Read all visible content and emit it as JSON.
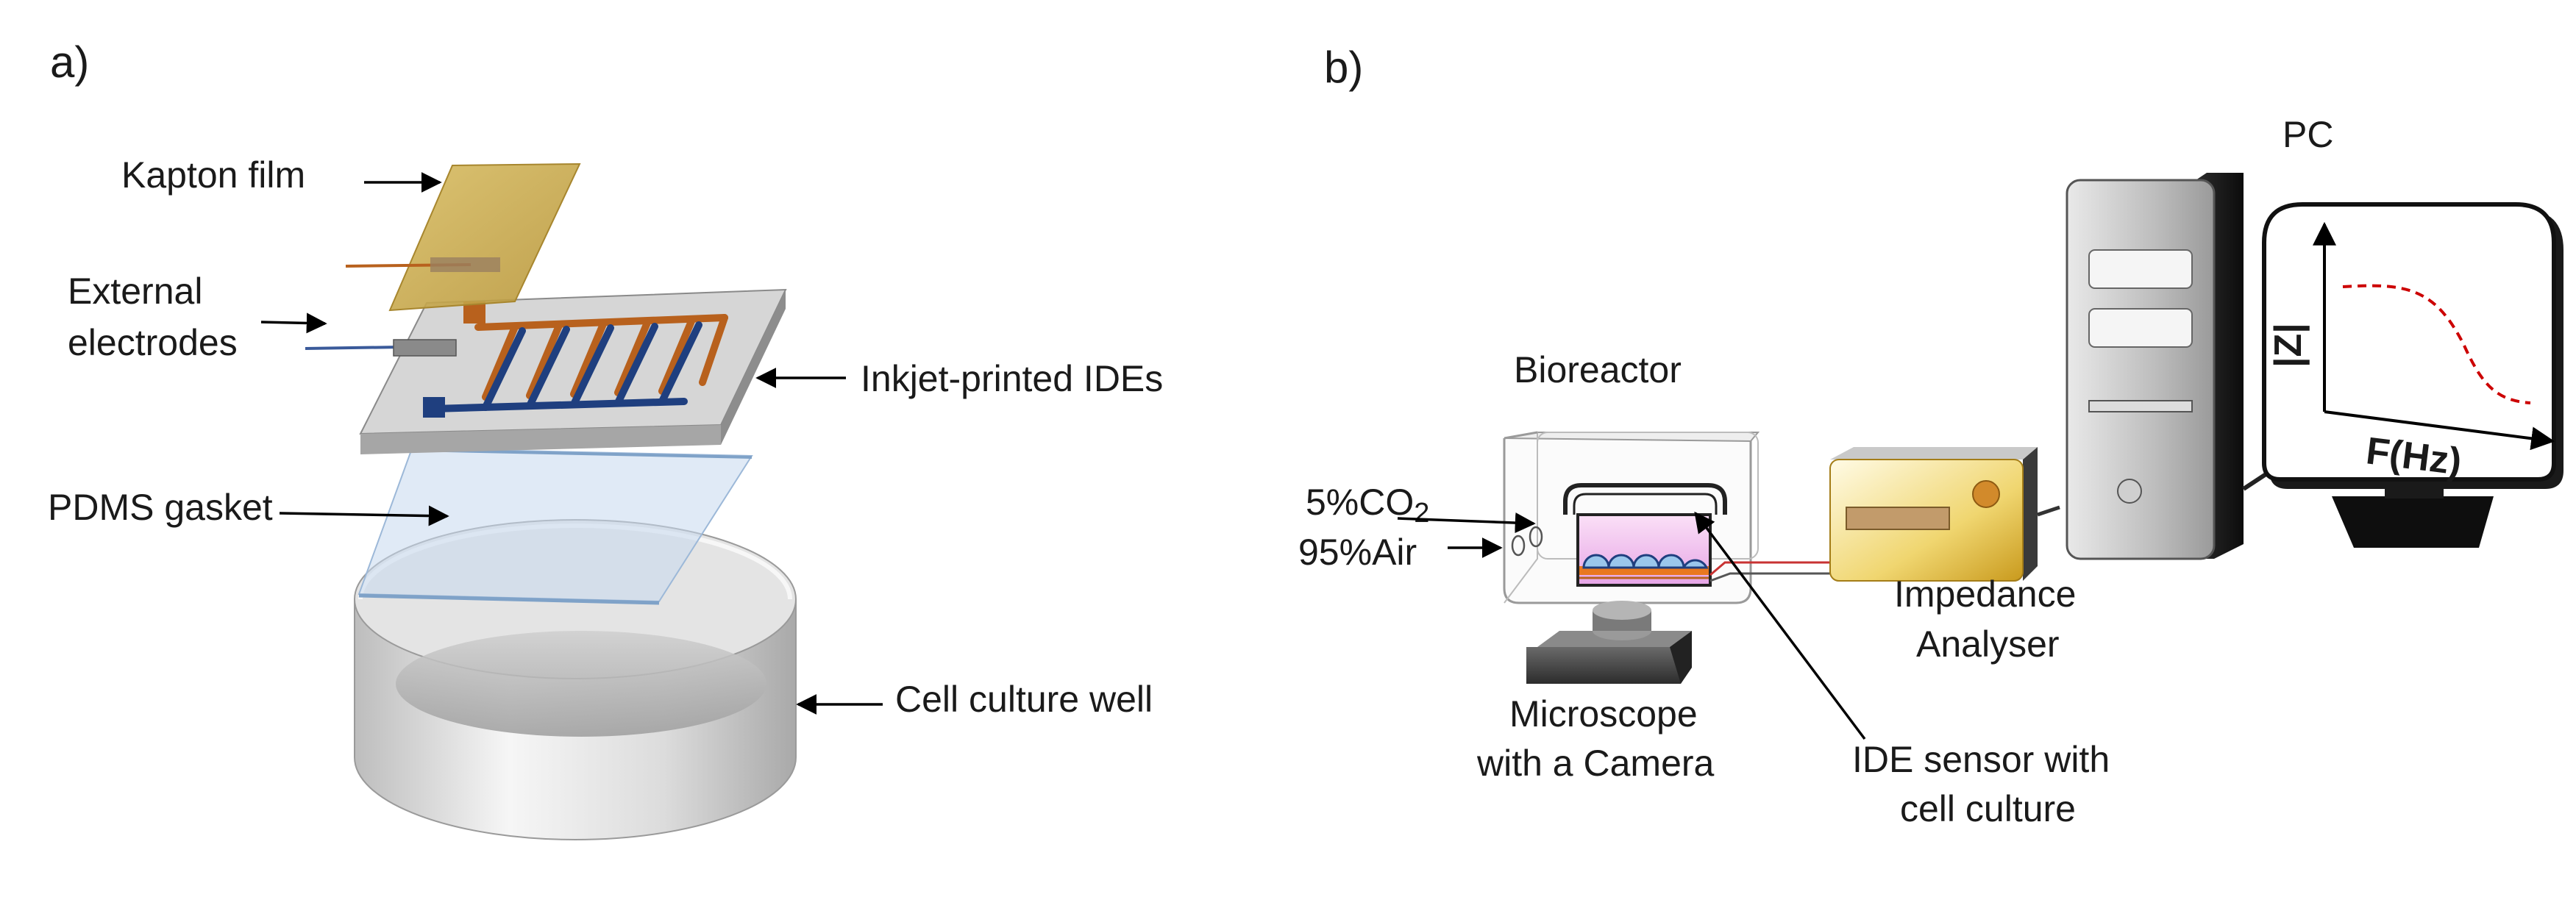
{
  "panel_a": {
    "label": "a)",
    "kapton": "Kapton film",
    "ext_line1": "External",
    "ext_line2": "electrodes",
    "ides": "Inkjet-printed IDEs",
    "pdms": "PDMS gasket",
    "well": "Cell culture well"
  },
  "panel_b": {
    "label": "b)",
    "pc": "PC",
    "bioreactor": "Bioreactor",
    "co2": "5%CO",
    "co2_sub": "2",
    "air": "95%Air",
    "impedance_line1": "Impedance",
    "impedance_line2": "Analyser",
    "microscope_line1": "Microscope",
    "microscope_line2": "with a Camera",
    "sensor_line1": "IDE sensor with",
    "sensor_line2": "cell culture",
    "yaxis": "|Z|",
    "xaxis": "F(Hz)"
  },
  "colors": {
    "kapton": "#cbab4f",
    "ide_blue": "#1f3f7f",
    "ide_orange": "#b8611d",
    "curve": "#cc0000"
  }
}
